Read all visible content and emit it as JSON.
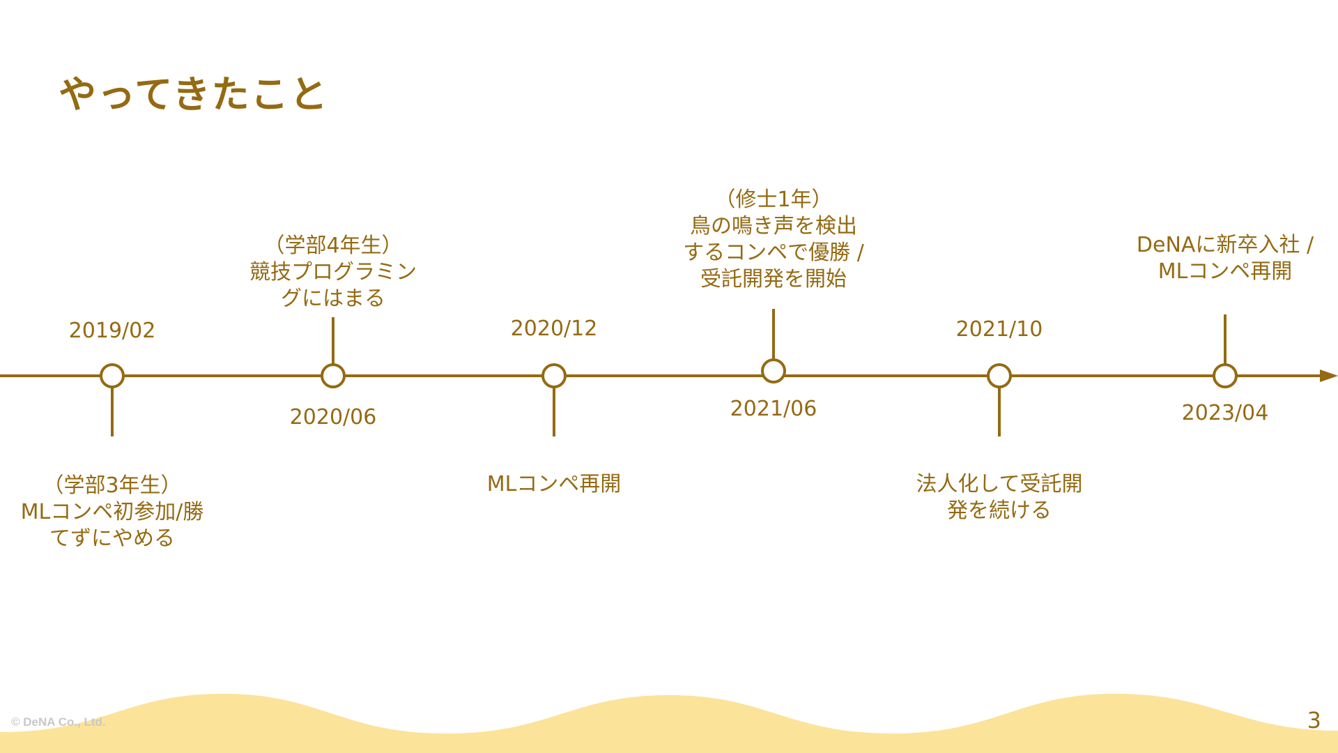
{
  "slide": {
    "title": "やってきたこと",
    "copyright": "© DeNA Co., Ltd.",
    "page_number": "3"
  },
  "colors": {
    "accent": "#946a12",
    "wave": "#fbe39a",
    "background": "#ffffff"
  },
  "timeline": [
    {
      "date": "2019/02",
      "lines": [
        "（学部3年生）",
        "MLコンペ初参加/勝",
        "てずにやめる"
      ]
    },
    {
      "date": "2020/06",
      "lines": [
        "（学部4年生）",
        "競技プログラミン",
        "グにはまる"
      ]
    },
    {
      "date": "2020/12",
      "lines": [
        "MLコンペ再開"
      ]
    },
    {
      "date": "2021/06",
      "lines": [
        "（修士1年）",
        "鳥の鳴き声を検出",
        "するコンペで優勝 /",
        "受託開発を開始"
      ]
    },
    {
      "date": "2021/10",
      "lines": [
        "法人化して受託開",
        "発を続ける"
      ]
    },
    {
      "date": "2023/04",
      "lines": [
        "DeNAに新卒入社 /",
        "MLコンペ再開"
      ]
    }
  ]
}
